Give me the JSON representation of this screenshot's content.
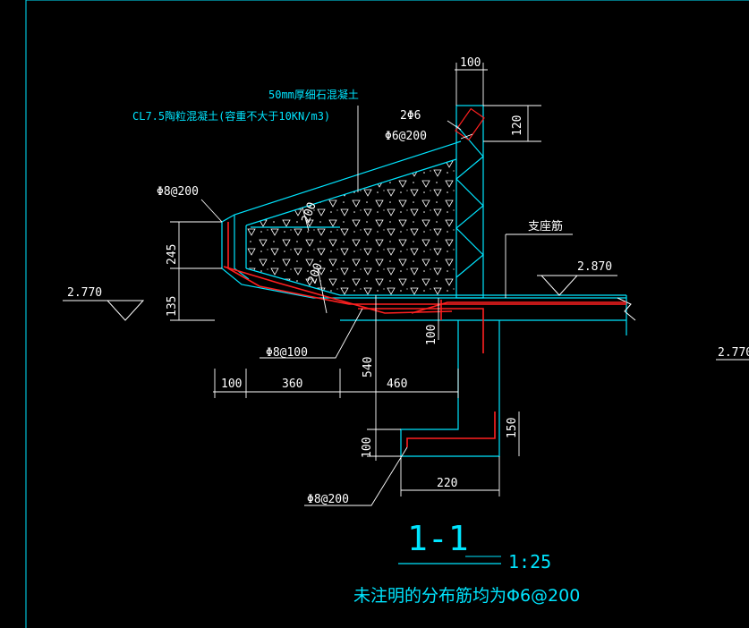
{
  "colors": {
    "background": "#000000",
    "outline": "#00e5ff",
    "rebar": "#ff2020",
    "dimension": "#ffffff"
  },
  "labels": {
    "top_concrete": "50mm厚细石混凝土",
    "fill_concrete": "CL7.5陶粒混凝土(容重不大于10KN/m3)",
    "bar_2phi6": "2Φ6",
    "bar_phi6_200": "Φ6@200",
    "bar_phi8_200_top": "Φ8@200",
    "bar_phi8_100": "Φ8@100",
    "bar_phi8_200_bottom": "Φ8@200",
    "support_bar": "支座筋",
    "elev_left": "2.770",
    "elev_right": "2.870",
    "elev_far_right": "2.770"
  },
  "dims": {
    "d100_top": "100",
    "d120": "120",
    "d245": "245",
    "d135": "135",
    "d100_a": "100",
    "d360": "360",
    "d460": "460",
    "d540": "540",
    "d100_beam": "100",
    "d150": "150",
    "d100_b": "100",
    "d220": "220",
    "d200_a": "200",
    "d200_b": "200"
  },
  "section": {
    "title": "1-1",
    "scale": "1:25"
  },
  "note": "未注明的分布筋均为Φ6@200"
}
